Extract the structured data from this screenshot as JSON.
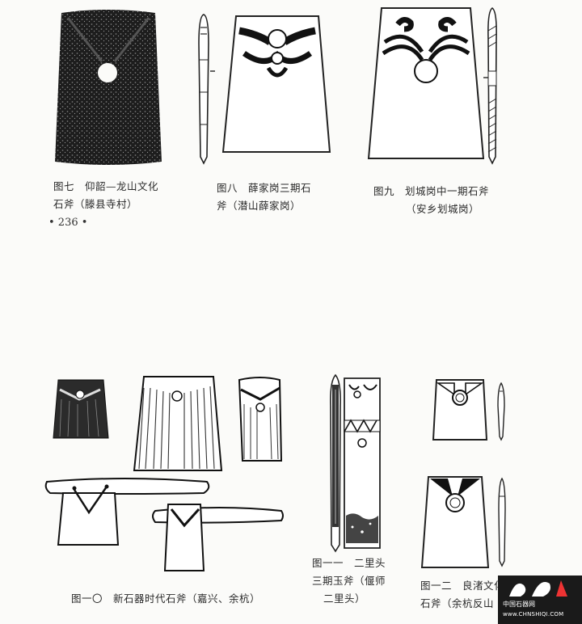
{
  "page_number": "• 236 •",
  "captions": {
    "fig7": [
      "图七　仰韶—龙山文化",
      "石斧（滕县寺村）"
    ],
    "fig8": [
      "图八　薛家岗三期石",
      "斧（潜山薛家岗）"
    ],
    "fig9": [
      "图九　划城岗中一期石斧",
      "（安乡划城岗）"
    ],
    "fig10": [
      "图一〇　新石器时代石斧（嘉兴、余杭）"
    ],
    "fig11": [
      "图一一　二里头",
      "三期玉斧（偃师",
      "二里头）"
    ],
    "fig12": [
      "图一二　良渚文化",
      "石斧（余杭反山"
    ]
  },
  "watermark": {
    "site_cn": "中国石器网",
    "site_url": "www.CHNSHIQI.COM"
  }
}
